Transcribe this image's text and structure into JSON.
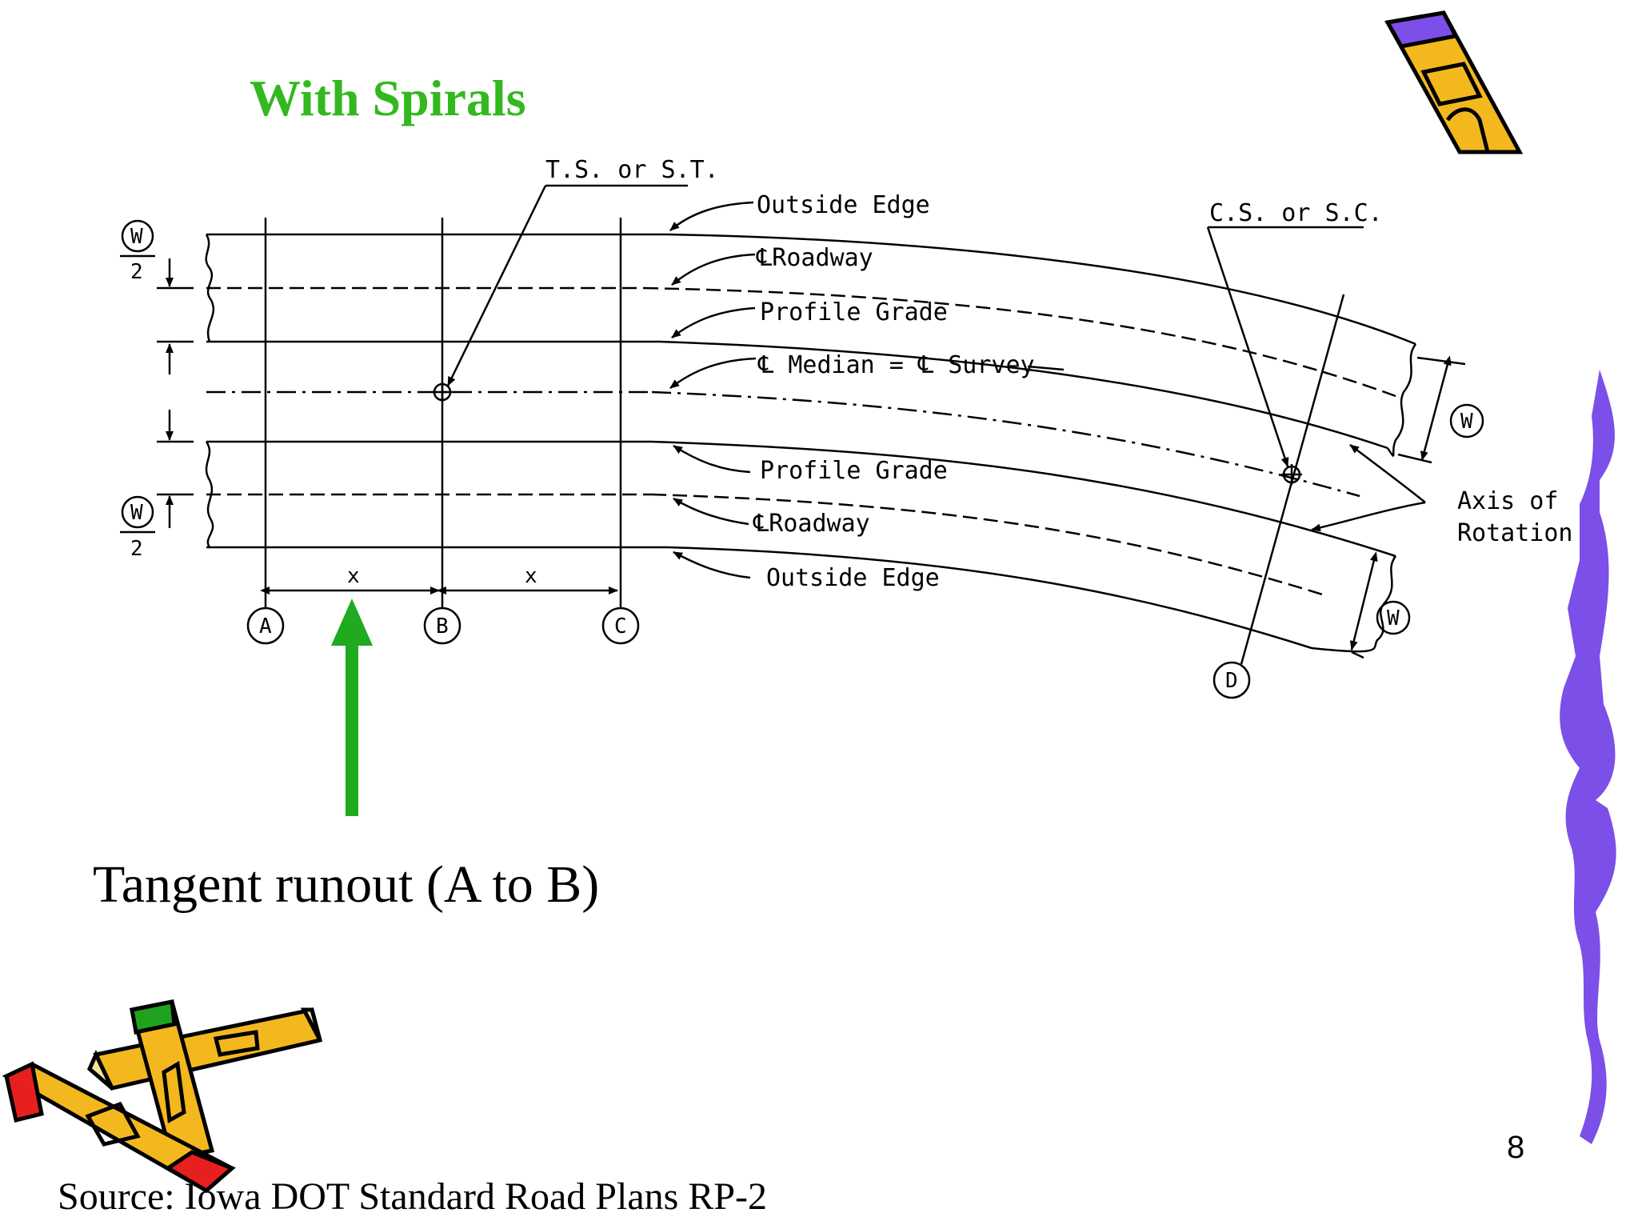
{
  "slide": {
    "title": "With Spirals",
    "caption": "Tangent runout (A to B)",
    "source": "Source: Iowa DOT Standard Road Plans RP-2",
    "page_number": "8"
  },
  "diagram": {
    "labels": {
      "ts_st": "T.S. or S.T.",
      "cs_sc": "C.S. or S.C.",
      "outside_edge_top": "Outside Edge",
      "cl_roadway_top": "℄Roadway",
      "profile_grade_top": "Profile Grade",
      "median_survey": "℄ Median = ℄ Survey",
      "profile_grade_bottom": "Profile Grade",
      "cl_roadway_bottom": "℄Roadway",
      "outside_edge_bottom": "Outside Edge",
      "axis_of": "Axis of",
      "rotation": "Rotation",
      "x_left": "x",
      "x_right": "x",
      "w_top": "W",
      "two_top": "2",
      "w_bottom": "W",
      "two_bottom": "2",
      "w_right_top": "W",
      "w_right_bottom": "W"
    },
    "points": [
      "A",
      "B",
      "C",
      "D"
    ]
  },
  "colors": {
    "title_green": "#33b81f",
    "arrow_green": "#1faa1f",
    "squiggle_purple": "#7b4fe8",
    "pencil_yellow": "#f4b81f",
    "pencil_red": "#e81f1f",
    "pencil_green": "#1fa31f",
    "pencil_purple": "#7b4fe8"
  }
}
